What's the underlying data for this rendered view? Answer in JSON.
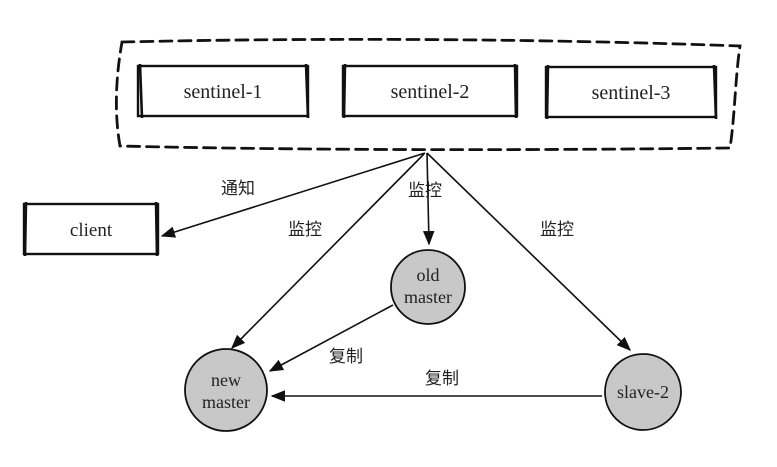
{
  "sentinels": {
    "items": [
      {
        "label": "sentinel-1"
      },
      {
        "label": "sentinel-2"
      },
      {
        "label": "sentinel-3"
      }
    ]
  },
  "client": {
    "label": "client"
  },
  "nodes": {
    "old_master": {
      "line1": "old",
      "line2": "master"
    },
    "new_master": {
      "line1": "new",
      "line2": "master"
    },
    "slave2": {
      "label": "slave-2"
    }
  },
  "edges": {
    "notify": "通知",
    "monitor_old": "监控",
    "monitor_new": "监控",
    "monitor_slave": "监控",
    "replicate_old": "复制",
    "replicate_slave": "复制"
  },
  "colors": {
    "line": "#111111",
    "node_fill": "#c8c8c8",
    "text": "#222222"
  }
}
